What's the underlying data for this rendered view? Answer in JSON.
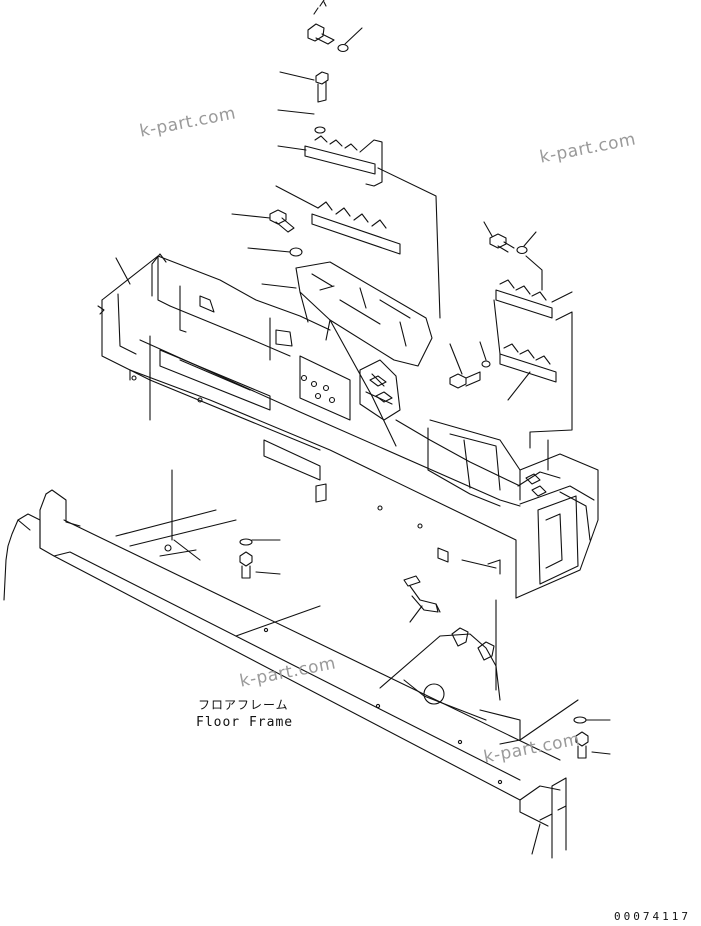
{
  "watermarks": [
    "k-part.com",
    "k-part.com",
    "k-part.com",
    "k-part.com"
  ],
  "labels": {
    "floor_frame_jp": "フロアフレーム",
    "floor_frame_en": "Floor Frame"
  },
  "part_number": "00074117"
}
